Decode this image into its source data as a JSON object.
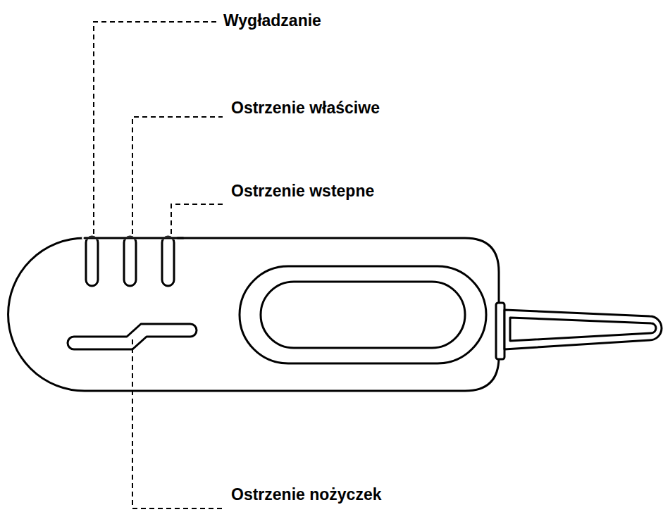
{
  "diagram": {
    "labels": [
      "Wygładzanie",
      "Ostrzenie właściwe",
      "Ostrzenie wstepne",
      "Ostrzenie nożyczek"
    ]
  }
}
